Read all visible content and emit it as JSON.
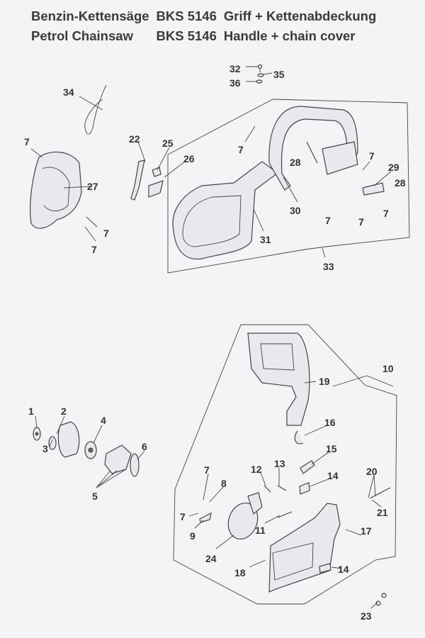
{
  "header": {
    "line1": {
      "product": "Benzin-Kettensäge",
      "model": "BKS 5146",
      "section": "Griff + Kettenabdeckung"
    },
    "line2": {
      "product": "Petrol Chainsaw",
      "model": "BKS 5146",
      "section": "Handle + chain cover"
    }
  },
  "part_labels": [
    "32",
    "35",
    "36",
    "34",
    "7",
    "22",
    "25",
    "26",
    "7",
    "28",
    "7",
    "29",
    "28",
    "27",
    "30",
    "7",
    "7",
    "7",
    "7",
    "31",
    "7",
    "33",
    "10",
    "19",
    "1",
    "2",
    "4",
    "16",
    "6",
    "3",
    "15",
    "12",
    "13",
    "7",
    "20",
    "14",
    "8",
    "5",
    "21",
    "7",
    "11",
    "17",
    "9",
    "24",
    "18",
    "14",
    "23"
  ]
}
